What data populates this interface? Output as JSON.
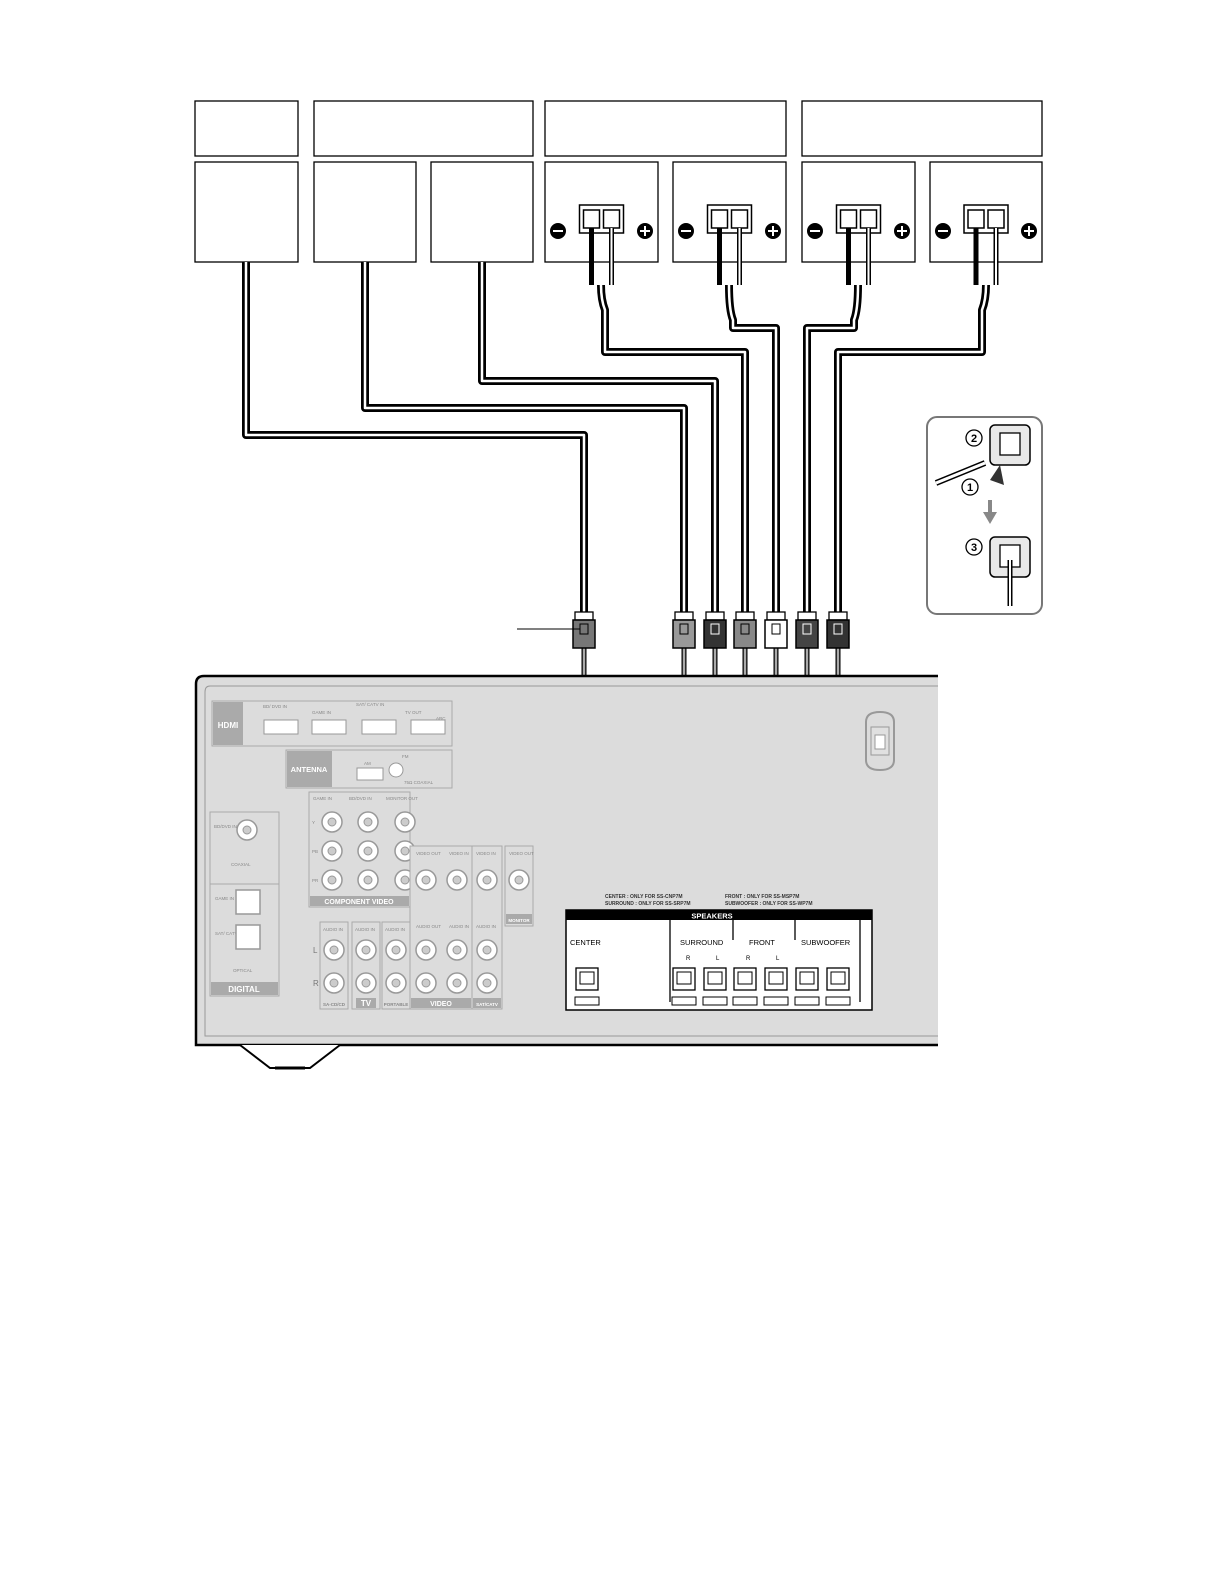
{
  "receiver": {
    "hdmi": {
      "label": "HDMI",
      "inputs": [
        {
          "label": "BD/ DVD IN"
        },
        {
          "label": "GAME IN"
        },
        {
          "label": "SAT/ CATV IN"
        },
        {
          "label": "TV OUT"
        }
      ],
      "arc_label": "ARC"
    },
    "antenna": {
      "label": "ANTENNA",
      "am": "AM",
      "fm": "FM",
      "fm_sub": "75Ω COAXIAL"
    },
    "component_video": {
      "label": "COMPONENT VIDEO",
      "columns": [
        "GAME IN",
        "BD/DVD IN",
        "MONITOR OUT"
      ],
      "rows": [
        "Y",
        "PB",
        "PR"
      ]
    },
    "coaxial": {
      "in": "BD/DVD IN",
      "type": "COAXIAL"
    },
    "optical": {
      "in1": "GAME IN",
      "in2": "SAT/ CATV IN",
      "type": "OPTICAL"
    },
    "digital_label": "DIGITAL",
    "video_group": {
      "label": "VIDEO",
      "out": "VIDEO OUT",
      "in": "VIDEO IN",
      "audio_out": "AUDIO OUT",
      "audio_in": "AUDIO IN"
    },
    "satcatv_group": {
      "label": "SAT/CATV",
      "video_in": "VIDEO IN",
      "audio_in": "AUDIO IN"
    },
    "monitor_group": {
      "label": "MONITOR",
      "video_out": "VIDEO OUT"
    },
    "audio_groups": [
      {
        "label": "SA-CD/CD",
        "top": "AUDIO IN"
      },
      {
        "label": "TV",
        "top": "AUDIO IN"
      },
      {
        "label": "PORTABLE",
        "top": "AUDIO IN"
      }
    ],
    "lr": {
      "l": "L",
      "r": "R"
    },
    "speakers": {
      "title": "SPEAKERS",
      "note_left_1": "CENTER : ONLY FOR SS-CNP7M",
      "note_left_2": "SURROUND : ONLY FOR SS-SRP7M",
      "note_right_1": "FRONT : ONLY FOR SS-MSP7M",
      "note_right_2": "SUBWOOFER : ONLY FOR SS-WP7M",
      "groups": [
        "CENTER",
        "SURROUND",
        "FRONT",
        "SUBWOOFER"
      ],
      "channel_marks": [
        "R",
        "L",
        "R",
        "L"
      ]
    }
  },
  "inset": {
    "steps": [
      "2",
      "1",
      "3"
    ]
  }
}
